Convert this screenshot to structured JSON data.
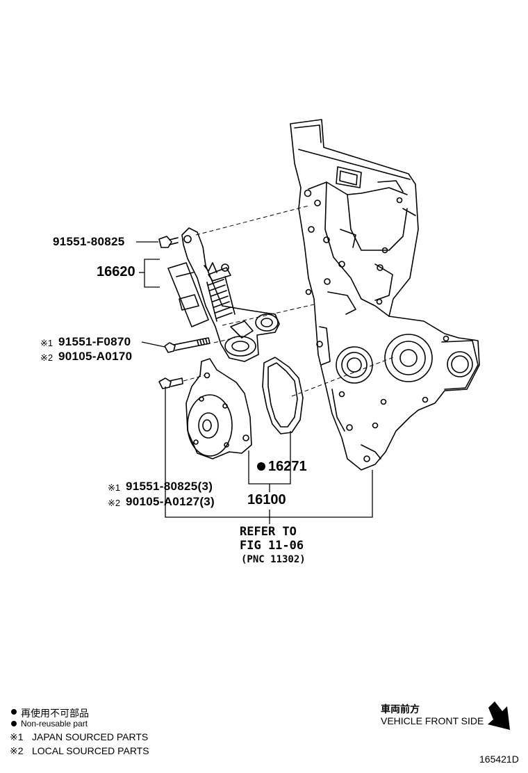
{
  "parts": {
    "p1": "91551-80825",
    "p2": "16620",
    "p3": "91551-F0870",
    "p4": "90105-A0170",
    "p5": "16271",
    "p6": "91551-80825(3)",
    "p7": "90105-A0127(3)",
    "p8": "16100"
  },
  "marks": {
    "japan": "※1",
    "local": "※2",
    "non_reusable": "●"
  },
  "reference": {
    "line1": "REFER TO",
    "line2": "FIG 11-06",
    "line3": "(PNC 11302)"
  },
  "legend": {
    "non_reusable_jp": "再使用不可部品",
    "non_reusable_en": "Non-reusable part",
    "japan_sourced": "JAPAN SOURCED PARTS",
    "local_sourced": "LOCAL SOURCED PARTS"
  },
  "direction": {
    "jp": "車両前方",
    "en": "VEHICLE FRONT SIDE",
    "arrow_icon": "arrow-down-right-icon"
  },
  "figure_id": "165421D"
}
